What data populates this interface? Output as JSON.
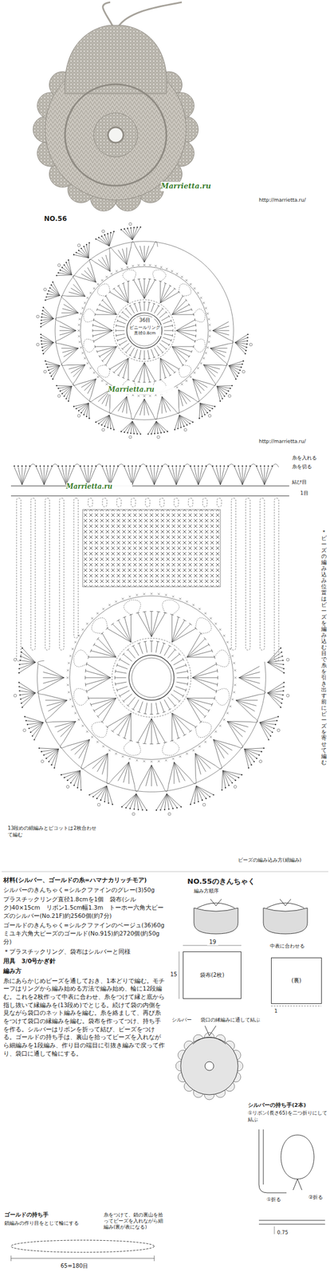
{
  "diagram": {
    "nodes": [
      {
        "text": [
          "袋布(2枚)"
        ]
      },
      {
        "text": [
          "(裏)"
        ]
      }
    ],
    "labels": [
      "Marrietta.ru",
      "http://marrietta.ru/",
      "NO.56",
      "36目",
      "ビニールリング 直径0.8cm",
      "Marrietta.ru",
      "http://marrietta.ru/",
      "糸を入れる",
      "糸を切る",
      "結び目",
      "1目",
      "Marrietta.ru",
      "＊ビーズの編み込み位置はビーズを編み込む目で糸を引き出す前にビーズを寄せて編む",
      "13段めの細編みとピコットは2枚合わせて編む",
      "ビーズの編み込み方(細編み)",
      "材料(シルバー、ゴールドの糸=ハマナカリッチモア)",
      "シルバーのきんちゃく=シルクファインのグレー(3)50g",
      "プラスチックリング直径1.8cmを1個　袋布(シルク)40×15cm　リボン1.5cm幅1.3m　トーホー六角大ビーズのシルバー(No.21F)約2560個(約7分)",
      "ゴールドのきんちゃく=シルクファインのベージュ(36)60g　ミユキ六角大ビーズのゴールド(No.915)約2720個(約50g分)",
      "＊プラスチックリング、袋布はシルバーと同様",
      "用具　3/0号かぎ針",
      "編み方",
      "糸にあらかじめビーズを通しておき、1本どりで編む。モチーフはリングから編み始める方法で編み始め、輪に12段編む。これを2枚作って中表に合わせ、糸をつけて縁と底から指し抜いて縁編みを(13段め)でとじる。続けて袋の内側を見ながら袋口のネット編みを編む。糸を絡まして、再び糸をつけて袋口の縁編みを編む。袋布を作ってつけ、持ち手を作る。シルバーはリボンを折って結び、ビーズをつける。ゴールドの持ち手は、裏山を拾ってビーズを入れながら細編みを1段編み、作り目の端目に引抜き編みで戻って作り、袋口に通して輪にする。",
      "ゴールドの持ち手",
      "鎖編みの作り目をとじて輪にする",
      "糸をつけて、鎖の裏山を拾ってビーズを入れながら細編み(裏が表になる)",
      "65=180目",
      "NO.55のきんちゃく",
      "編み方順序",
      "19",
      "15",
      "1",
      "中表に合わせる",
      "シルバー",
      "袋口の縁編みに通して結ぶ",
      "シルバーの持ち手(2本)",
      "①リボン(長さ65)を二つ折りにして結ぶ",
      "②折る",
      "①折る",
      "0.75"
    ]
  }
}
